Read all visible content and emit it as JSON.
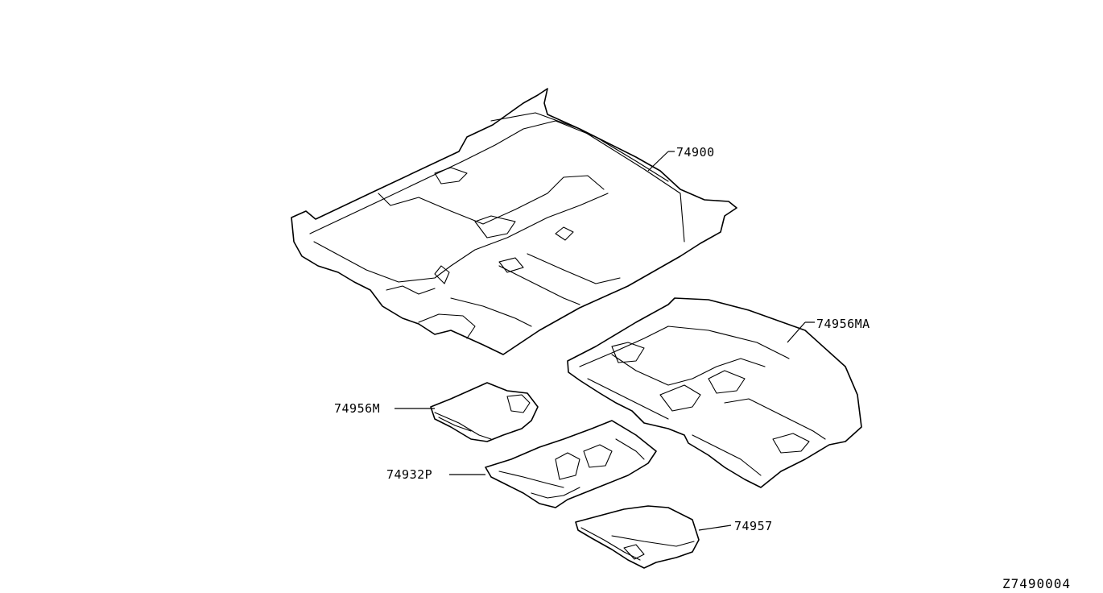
{
  "parts": [
    {
      "id": "floor-carpet",
      "number": "74900"
    },
    {
      "id": "floor-mat-set",
      "number": "74956MA"
    },
    {
      "id": "front-mat",
      "number": "74956M"
    },
    {
      "id": "center-mat",
      "number": "74932P"
    },
    {
      "id": "rear-mat",
      "number": "74957"
    }
  ],
  "diagram_code": "Z7490004",
  "colors": {
    "line": "#000000",
    "background": "#ffffff"
  }
}
